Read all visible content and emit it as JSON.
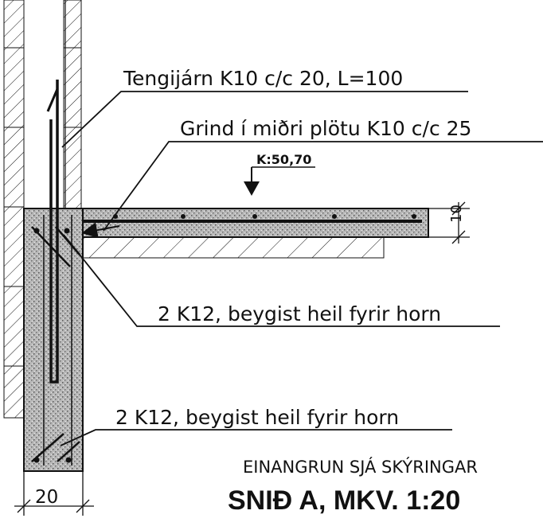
{
  "annotations": {
    "tie_bars": "Tengijárn K10 c/c 20, L=100",
    "mesh": "Grind í miðri plötu K10 c/c 25",
    "level_mark": "K:50,70",
    "slab_thickness": "10",
    "corner_bars_upper": "2 K12, beygist heil fyrir horn",
    "corner_bars_lower": "2 K12, beygist heil fyrir horn",
    "insulation_note": "EINANGRUN SJÁ SKÝRINGAR",
    "wall_width": "20"
  },
  "title": "SNIÐ A, MKV. 1:20",
  "colors": {
    "ink": "#111111",
    "concrete": "#b9b9b9",
    "concrete_dark": "#8a8a8a",
    "paper": "#ffffff"
  }
}
